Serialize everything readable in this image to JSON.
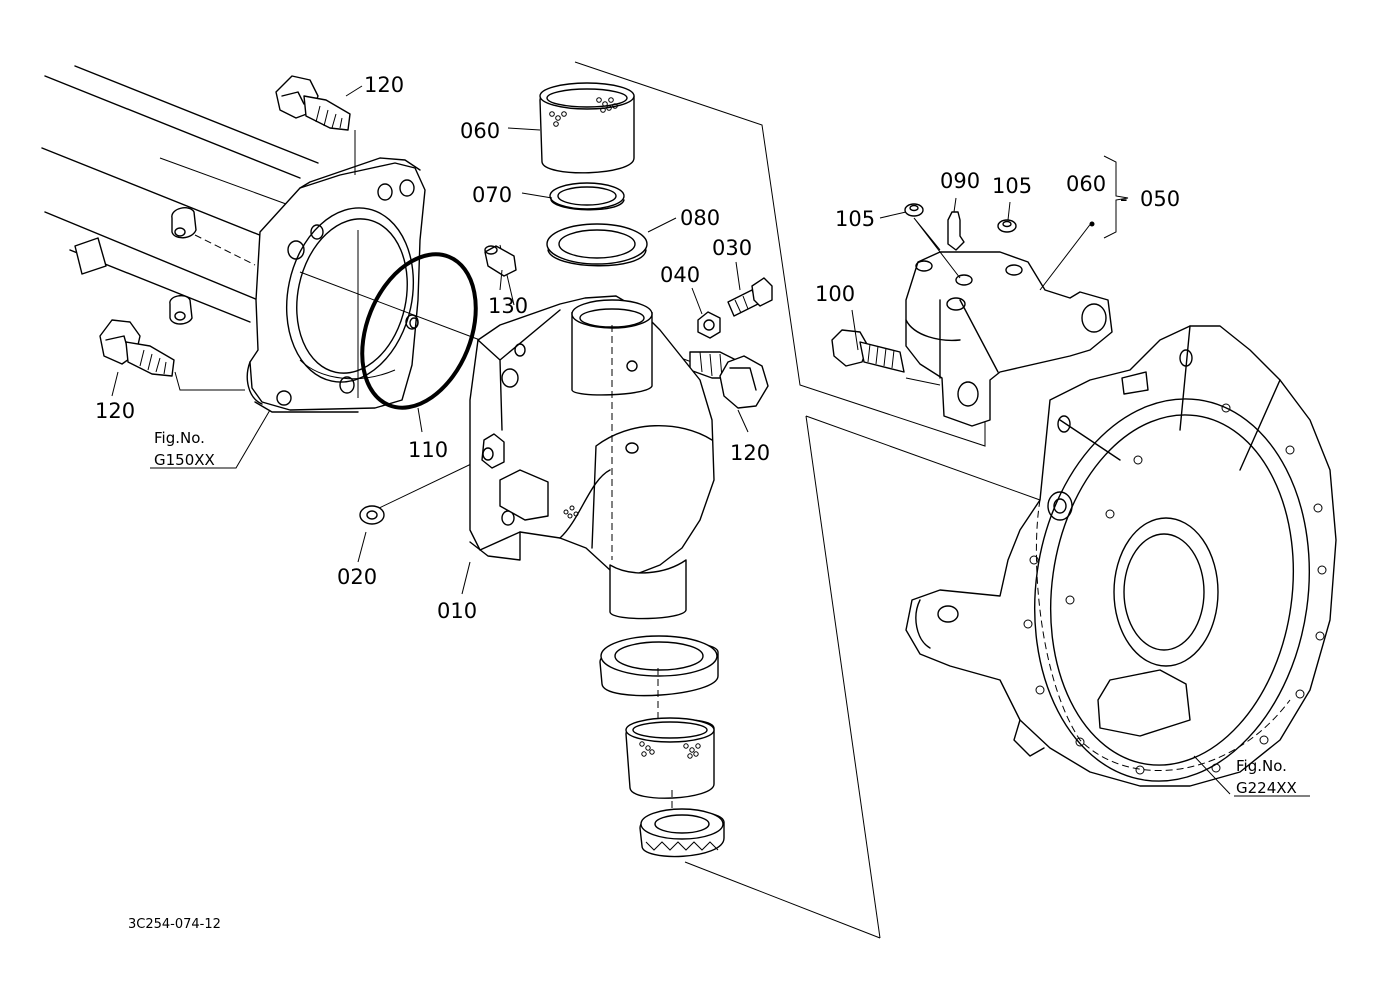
{
  "labels": {
    "p120a": "120",
    "p120b": "120",
    "p120c": "120",
    "p060a": "060",
    "p070": "070",
    "p080": "080",
    "p030": "030",
    "p040": "040",
    "p130": "130",
    "p110": "110",
    "p020": "020",
    "p010": "010",
    "p090": "090",
    "p105a": "105",
    "p105b": "105",
    "p060b": "060",
    "p050": "050",
    "p100": "100"
  },
  "figrefs": {
    "left": {
      "title": "Fig.No.",
      "number": "G150XX"
    },
    "right": {
      "title": "Fig.No.",
      "number": "G224XX"
    }
  },
  "drawing_code": "3C254-074-12"
}
